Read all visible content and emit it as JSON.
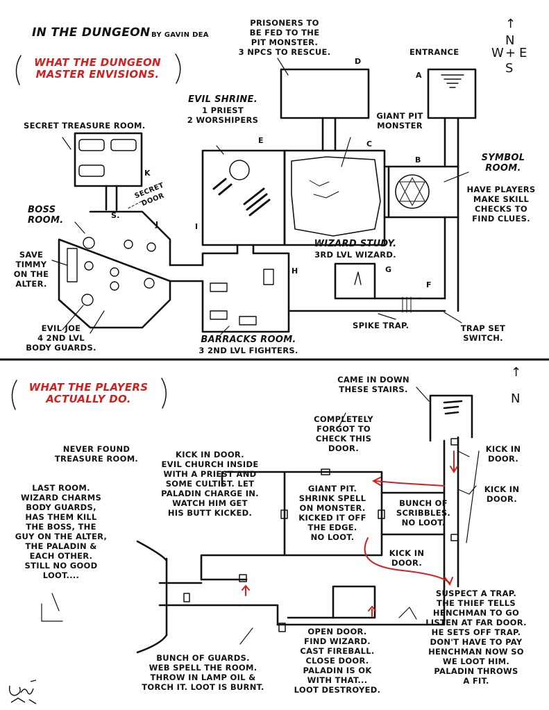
{
  "title": "IN THE DUNGEON",
  "byline": "BY GAVIN DEA",
  "top": {
    "heading": "WHAT THE DUNGEON\nMASTER ENVISIONS.",
    "compass": {
      "n": "N",
      "s": "S",
      "w": "W",
      "e": "E"
    },
    "entrance": "ENTRANCE",
    "prisoners": "PRISONERS TO\nBE FED TO THE\nPIT MONSTER.\n3 NPCS TO RESCUE.",
    "secret_treasure": "SECRET TREASURE ROOM.",
    "secret_door": "SECRET\nDOOR",
    "evil_shrine_title": "EVIL SHRINE.",
    "evil_shrine_desc": "1 PRIEST\n2 WORSHIPERS",
    "giant_pit": "GIANT PIT\nMONSTER",
    "symbol_room_title": "SYMBOL\nROOM.",
    "symbol_room_desc": "HAVE PLAYERS\nMAKE SKILL\nCHECKS TO\nFIND CLUES.",
    "boss_room": "BOSS\nROOM.",
    "save_timmy": "SAVE\nTIMMY\nON THE\nALTER.",
    "evil_joe": "EVIL JOE\n4 2ND LVL\nBODY GUARDS.",
    "wizard_study_title": "WIZARD STUDY.",
    "wizard_study_desc": "3RD LVL WIZARD.",
    "barracks_title": "BARRACKS ROOM.",
    "barracks_desc": "3 2ND LVL FIGHTERS.",
    "spike_trap": "SPIKE TRAP.",
    "trap_switch": "TRAP SET\nSWITCH.",
    "letters": {
      "a": "A",
      "b": "B",
      "c": "C",
      "d": "D",
      "e": "E",
      "f": "F",
      "g": "G",
      "h": "H",
      "i": "I",
      "j": "J",
      "k": "K",
      "s": "S."
    }
  },
  "bottom": {
    "heading": "WHAT THE PLAYERS\nACTUALLY DO.",
    "compass_n": "N",
    "stairs": "CAME IN DOWN\nTHESE STAIRS.",
    "forgot_door": "COMPLETELY\nFORGOT TO\nCHECK THIS\nDOOR.",
    "kick1": "KICK IN\nDOOR.",
    "kick2": "KICK IN\nDOOR.",
    "never_found": "NEVER FOUND\nTREASURE ROOM.",
    "evil_church": "KICK IN DOOR.\nEVIL CHURCH INSIDE\nWITH A PRIEST AND\nSOME CULTIST. LET\nPALADIN CHARGE IN.\nWATCH HIM GET\nHIS BUTT KICKED.",
    "giant_pit": "GIANT PIT.\nSHRINK SPELL\nON MONSTER.\nKICKED IT OFF\nTHE EDGE.\nNO LOOT.",
    "scribbles": "BUNCH OF\nSCRIBBLES.\nNO LOOT.",
    "kick3": "KICK IN\nDOOR.",
    "last_room": "LAST ROOM.\nWIZARD CHARMS\nBODY GUARDS,\nHAS THEM KILL\nTHE BOSS, THE\nGUY ON THE ALTER,\nTHE PALADIN &\nEACH OTHER.\nSTILL NO GOOD\nLOOT....",
    "suspect_trap": "SUSPECT A TRAP.\nTHE THIEF TELLS\nHENCHMAN TO GO\nLISTEN AT FAR DOOR.\nHE SETS OFF TRAP.\nDON'T HAVE TO PAY\nHENCHMAN NOW SO\nWE LOOT HIM.\nPALADIN THROWS\nA FIT.",
    "open_door": "OPEN DOOR.\nFIND WIZARD.\nCAST FIREBALL.\nCLOSE DOOR.\nPALADIN IS OK\nWITH THAT...\nLOOT DESTROYED.",
    "guards": "BUNCH OF GUARDS.\nWEB SPELL THE ROOM.\nTHROW IN LAMP OIL &\nTORCH IT. LOOT IS BURNT."
  },
  "colors": {
    "ink": "#111111",
    "accent": "#d21f1f"
  }
}
